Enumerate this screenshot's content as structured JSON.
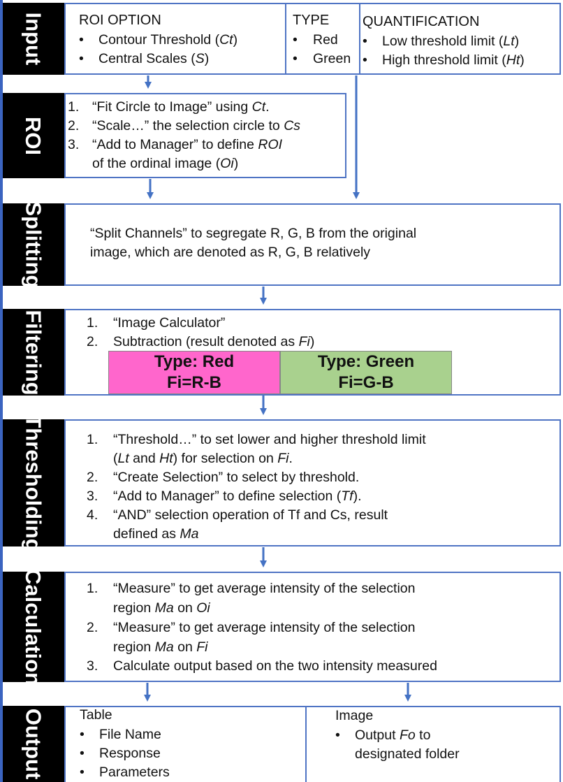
{
  "stages": {
    "input": "Input",
    "roi": "ROI",
    "splitting": "Splitting",
    "filtering": "Filtering",
    "thresholding": "Thresholding",
    "calculation": "Calculation",
    "output": "Output"
  },
  "input": {
    "roi_option": {
      "heading": "ROI OPTION",
      "item1": "Contour Threshold (",
      "item1_it": "Ct",
      "item2": "Central Scales (",
      "item2_it": "S"
    },
    "type": {
      "heading": "TYPE",
      "item1": "Red",
      "item2": "Green"
    },
    "quantification": {
      "heading": "QUANTIFICATION",
      "item1": "Low threshold limit (",
      "item1_it": "Lt",
      "item2": "High threshold limit (",
      "item2_it": "Ht"
    }
  },
  "roi": {
    "s1": "“Fit Circle to Image” using ",
    "s1_it": "Ct",
    "s2": "“Scale…” the selection circle to ",
    "s2_it": "Cs",
    "s3": "“Add to Manager” to define ",
    "s3_it": "ROI",
    "s3b": "of the ordinal image (",
    "s3b_it": "Oi"
  },
  "splitting": {
    "line1": "“Split Channels” to segregate R, G, B from the original",
    "line2": "image, which are denoted as R, G, B relatively"
  },
  "filtering": {
    "s1": "“Image Calculator”",
    "s2": "Subtraction (result denoted as ",
    "s2_it": "Fi",
    "red_title": "Type: Red",
    "red_formula": "Fi=R-B",
    "green_title": "Type: Green",
    "green_formula": "Fi=G-B"
  },
  "thresholding": {
    "s1": "“Threshold…” to set lower and higher threshold limit",
    "s1b_it1": "Lt",
    "s1b_and": " and ",
    "s1b_it2": "Ht",
    "s1b_rest": ") for selection on ",
    "s1b_it3": "Fi",
    "s2": "“Create Selection” to select by threshold.",
    "s3": "“Add to Manager” to define selection (",
    "s3_it": "Tf",
    "s4": "“AND” selection operation of Tf and Cs, result",
    "s4b": "defined as ",
    "s4b_it": "Ma"
  },
  "calculation": {
    "s1": "“Measure” to get average intensity of the selection",
    "s1b": "region ",
    "s1b_it": "Ma",
    "s1b_on": " on ",
    "s1b_it2": "Oi",
    "s2": "“Measure” to get average intensity of the selection",
    "s2b": "region ",
    "s2b_it": "Ma",
    "s2b_on": " on ",
    "s2b_it2": "Fi",
    "s3": "Calculate output based on the two intensity measured"
  },
  "output": {
    "table": {
      "heading": "Table",
      "item1": "File Name",
      "item2": "Response",
      "item3": "Parameters"
    },
    "image": {
      "heading": "Image",
      "item1": "Output ",
      "item1_it": "Fo",
      "item1_rest": " to",
      "item1b": "designated folder"
    }
  },
  "colors": {
    "arrow": "#4472C4",
    "box_border": "#4F74C4",
    "red_cell": "#FF66CC",
    "green_cell": "#A9D18E"
  }
}
